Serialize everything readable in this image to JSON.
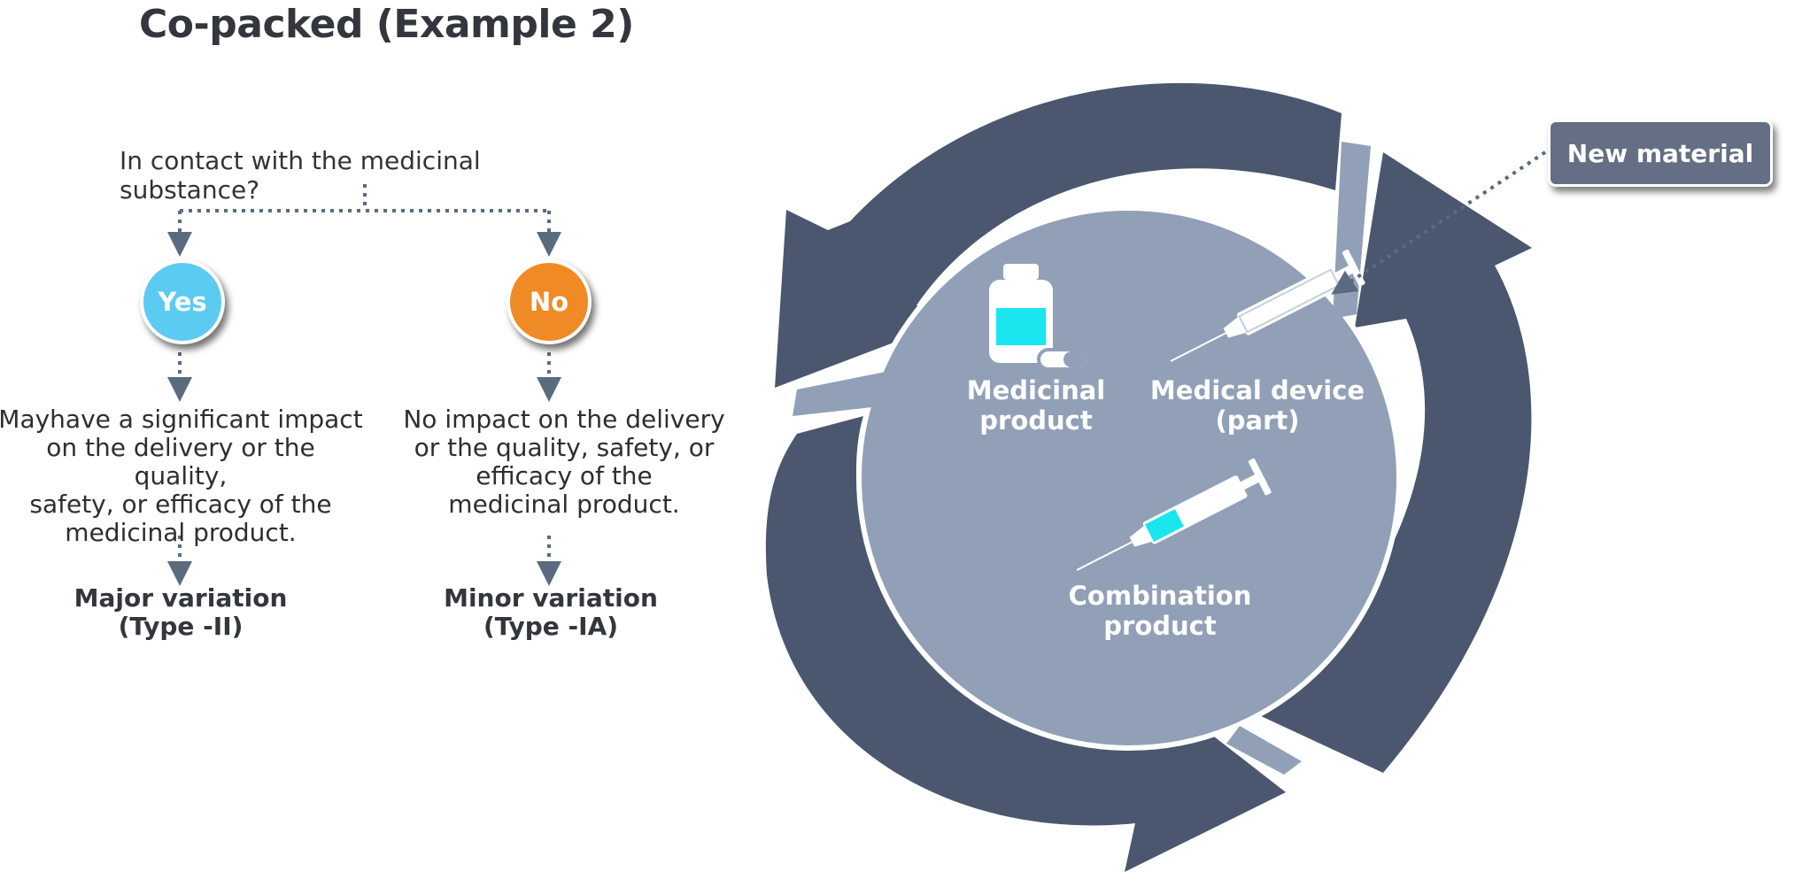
{
  "title": "Co-packed (Example 2)",
  "flow": {
    "question": "In contact with the medicinal substance?",
    "yes": {
      "label": "Yes",
      "description_lines": [
        "Mayhave a significant impact",
        "on the delivery or the quality,",
        "safety, or efficacy of the",
        "medicinal product."
      ],
      "variation_lines": [
        "Major variation",
        "(Type -II)"
      ]
    },
    "no": {
      "label": "No",
      "description_lines": [
        "No impact on the delivery",
        "or the quality, safety, or",
        "efficacy of the",
        "medicinal product."
      ],
      "variation_lines": [
        "Minor variation",
        "(Type -IA)"
      ]
    }
  },
  "cycle": {
    "items": {
      "medicinal_product": [
        "Medicinal",
        "product"
      ],
      "medical_device": [
        "Medical device",
        "(part)"
      ],
      "combination_product": [
        "Combination",
        "product"
      ]
    },
    "callout": "New material"
  },
  "colors": {
    "yes": "#5ccbf2",
    "no": "#f08a24",
    "arrow_dark": "#4a576f",
    "inner_fill": "#91a0b7",
    "callout": "#646e84",
    "cyan": "#19e6ee",
    "connector": "#5a6b80"
  }
}
